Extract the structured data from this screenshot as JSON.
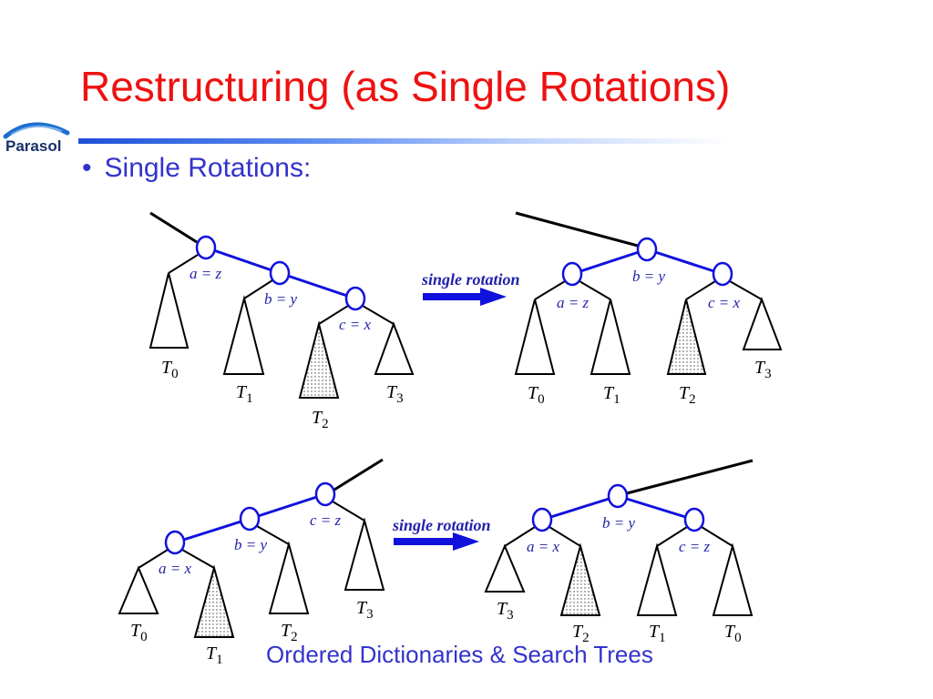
{
  "slide": {
    "title": "Restructuring (as Single Rotations)",
    "bullet": "Single Rotations:",
    "footer": "Ordered Dictionaries & Search Trees"
  },
  "logo": {
    "text": "Parasol",
    "icon": "parasol-arc-icon"
  },
  "colors": {
    "title": "#ee1111",
    "text": "#3333cc",
    "edge_blue": "#1111dd",
    "node_fill": "#ffffff",
    "black": "#000000"
  },
  "diagrams": {
    "top": {
      "arrow_label": "single rotation",
      "before": {
        "nodes": [
          "a = z",
          "b = y",
          "c = x"
        ],
        "subtrees": [
          {
            "sym": "T",
            "sub": "0"
          },
          {
            "sym": "T",
            "sub": "1"
          },
          {
            "sym": "T",
            "sub": "2"
          },
          {
            "sym": "T",
            "sub": "3"
          }
        ]
      },
      "after": {
        "nodes": [
          "b = y",
          "a = z",
          "c = x"
        ],
        "subtrees": [
          {
            "sym": "T",
            "sub": "0"
          },
          {
            "sym": "T",
            "sub": "1"
          },
          {
            "sym": "T",
            "sub": "2"
          },
          {
            "sym": "T",
            "sub": "3"
          }
        ]
      }
    },
    "bottom": {
      "arrow_label": "single rotation",
      "before": {
        "nodes": [
          "c = z",
          "b = y",
          "a = x"
        ],
        "subtrees": [
          {
            "sym": "T",
            "sub": "3"
          },
          {
            "sym": "T",
            "sub": "2"
          },
          {
            "sym": "T",
            "sub": "0"
          },
          {
            "sym": "T",
            "sub": "1"
          }
        ]
      },
      "after": {
        "nodes": [
          "b = y",
          "a = x",
          "c = z"
        ],
        "subtrees": [
          {
            "sym": "T",
            "sub": "3"
          },
          {
            "sym": "T",
            "sub": "2"
          },
          {
            "sym": "T",
            "sub": "1"
          },
          {
            "sym": "T",
            "sub": "0"
          }
        ]
      }
    }
  }
}
